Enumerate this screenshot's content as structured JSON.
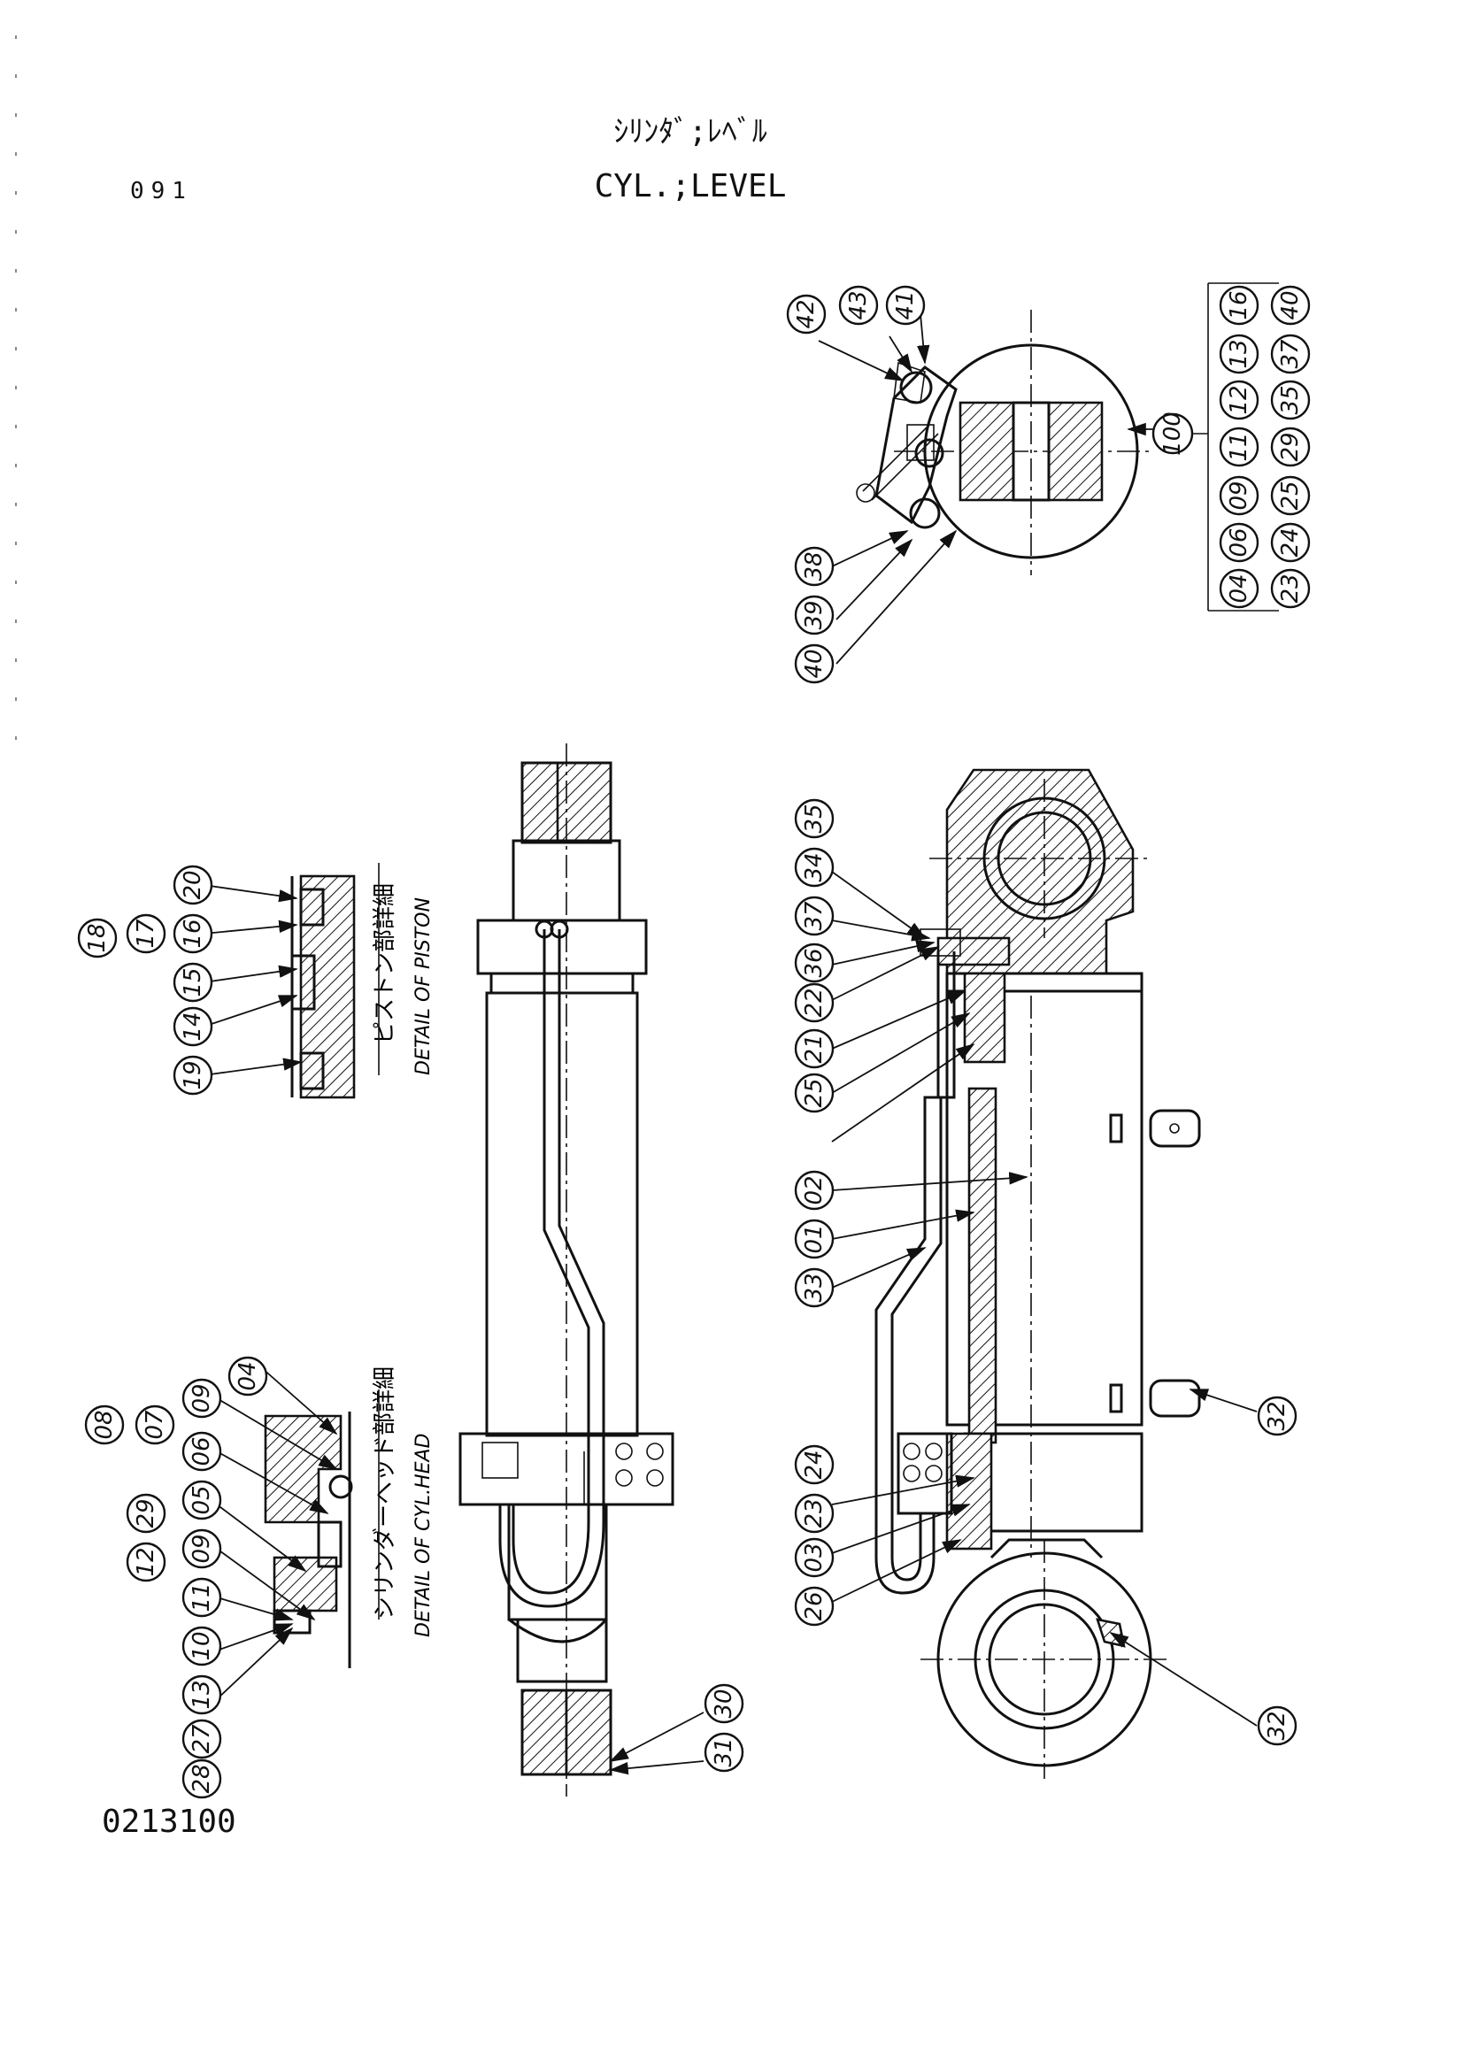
{
  "header": {
    "title_jp": "ｼﾘﾝﾀﾞ;ﾚﾍﾞﾙ",
    "title_en": "CYL.;LEVEL",
    "page_code": "091"
  },
  "footer": {
    "drawing_number": "0213100"
  },
  "captions": {
    "piston_jp": "ピストン部詳細",
    "piston_en": "DETAIL OF PISTON",
    "head_jp": "シリンダーヘッド部詳細",
    "head_en": "DETAIL OF CYL.HEAD"
  },
  "callouts": {
    "top_view": [
      "42",
      "43",
      "41",
      "38",
      "39",
      "40"
    ],
    "kit": "100",
    "kit_parts": [
      "16",
      "13",
      "12",
      "11",
      "09",
      "06",
      "04",
      "40",
      "37",
      "35",
      "29",
      "25",
      "24",
      "23"
    ],
    "main_view": [
      "35",
      "34",
      "37",
      "36",
      "22",
      "21",
      "25",
      "02",
      "01",
      "33",
      "32",
      "24",
      "23",
      "03",
      "26",
      "32"
    ],
    "piston_detail": [
      "18",
      "17",
      "16",
      "15",
      "14",
      "19",
      "20"
    ],
    "head_detail": [
      "08",
      "07",
      "06",
      "09",
      "04",
      "05",
      "12",
      "29",
      "09",
      "11",
      "10",
      "13",
      "27",
      "28"
    ],
    "middle_view": [
      "30",
      "31"
    ]
  }
}
